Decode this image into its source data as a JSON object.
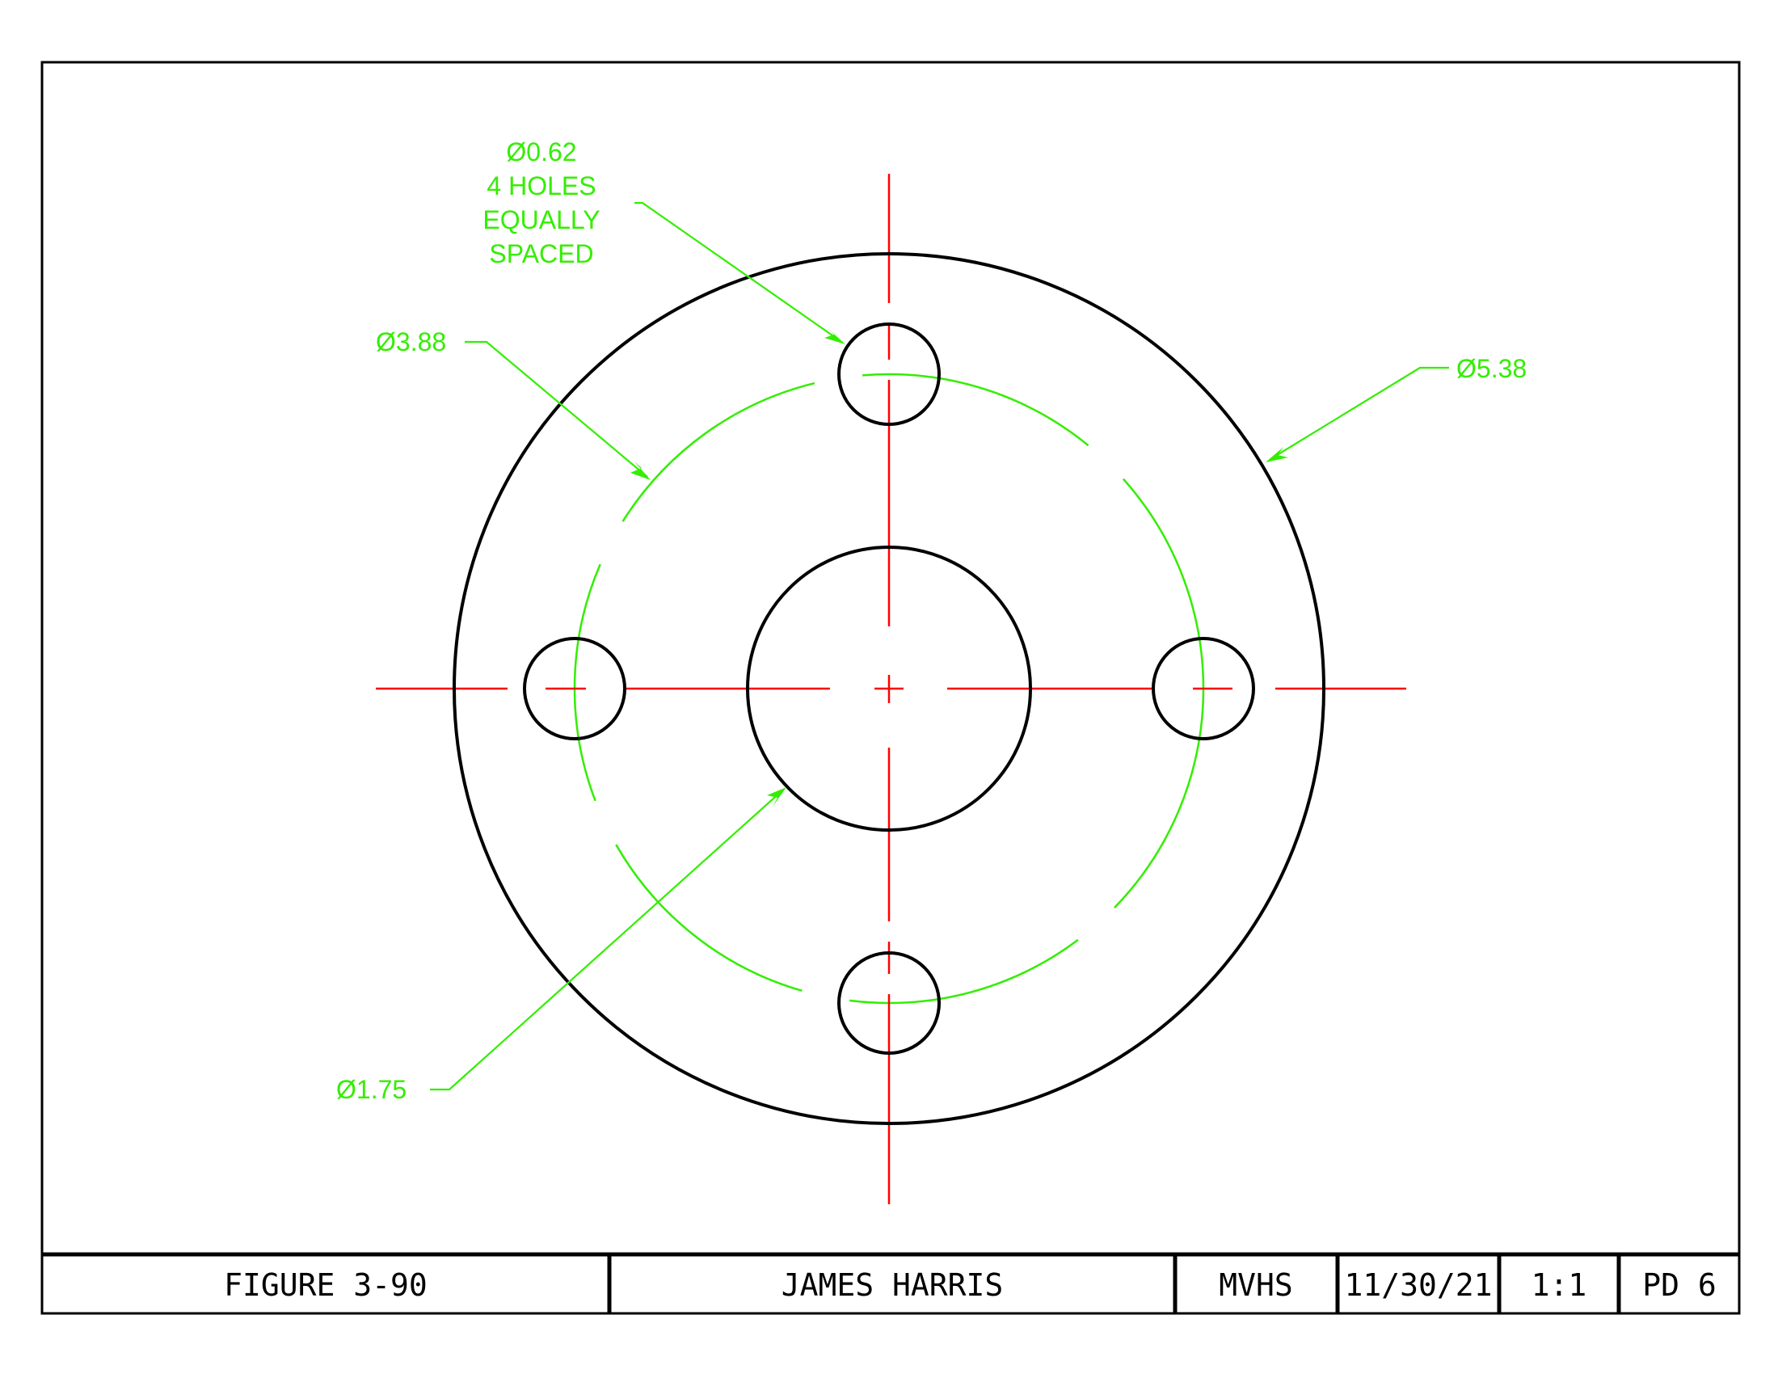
{
  "dimensions": {
    "holes": {
      "line1": "Ø0.62",
      "line2": "4 HOLES",
      "line3": "EQUALLY",
      "line4": "SPACED"
    },
    "bolt_circle": "Ø3.88",
    "outer_diameter": "Ø5.38",
    "center_bore": "Ø1.75"
  },
  "title_block": {
    "figure": "FIGURE 3-90",
    "author": "JAMES HARRIS",
    "school": "MVHS",
    "date": "11/30/21",
    "scale": "1:1",
    "period": "PD 6"
  },
  "colors": {
    "object_lines": "#000000",
    "center_lines": "#ff0000",
    "dimension_lines": "#33ee00"
  }
}
